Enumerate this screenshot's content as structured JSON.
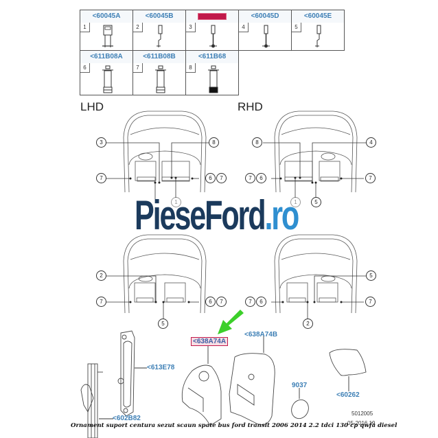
{
  "parts_table": {
    "row1": [
      {
        "num": "1",
        "part": "<60045A",
        "selected": false
      },
      {
        "num": "2",
        "part": "<60045B",
        "selected": false
      },
      {
        "num": "3",
        "part": "",
        "selected": true
      },
      {
        "num": "4",
        "part": "<60045D",
        "selected": false
      },
      {
        "num": "5",
        "part": "<60045E",
        "selected": false
      }
    ],
    "row2": [
      {
        "num": "6",
        "part": "<611B08A"
      },
      {
        "num": "7",
        "part": "<611B08B"
      },
      {
        "num": "8",
        "part": "<611B68"
      }
    ]
  },
  "labels": {
    "lhd": "LHD",
    "rhd": "RHD"
  },
  "diagrams": {
    "lhd_top": {
      "callouts": [
        "3",
        "8",
        "7",
        "6",
        "7",
        "1"
      ]
    },
    "rhd_top": {
      "callouts": [
        "8",
        "4",
        "7",
        "6",
        "7",
        "1",
        "5"
      ]
    },
    "lhd_bottom": {
      "callouts": [
        "2",
        "7",
        "6",
        "7",
        "5"
      ]
    },
    "rhd_bottom": {
      "callouts": [
        "5",
        "7",
        "6",
        "7",
        "2"
      ]
    }
  },
  "watermark": {
    "main": "PieseFord",
    "tld": ".ro"
  },
  "parts": {
    "trim_a": "<638A74A",
    "trim_b": "<638A74B",
    "panel": "<613E78",
    "rail": "<602B82",
    "cap": "9037",
    "cover": "<60262"
  },
  "highlight": {
    "arrow_color": "#3ccf2a",
    "selected_color": "#c0184a",
    "part_text_color": "#3d7fb5"
  },
  "caption": "Ornament suport centura sezut scaun spate bus ford transit 2006 2014 2.2 tdci 130 cp qwfa diesel",
  "doc": {
    "number": "5012005",
    "date": "05-2016 19",
    "suffix": "19"
  }
}
